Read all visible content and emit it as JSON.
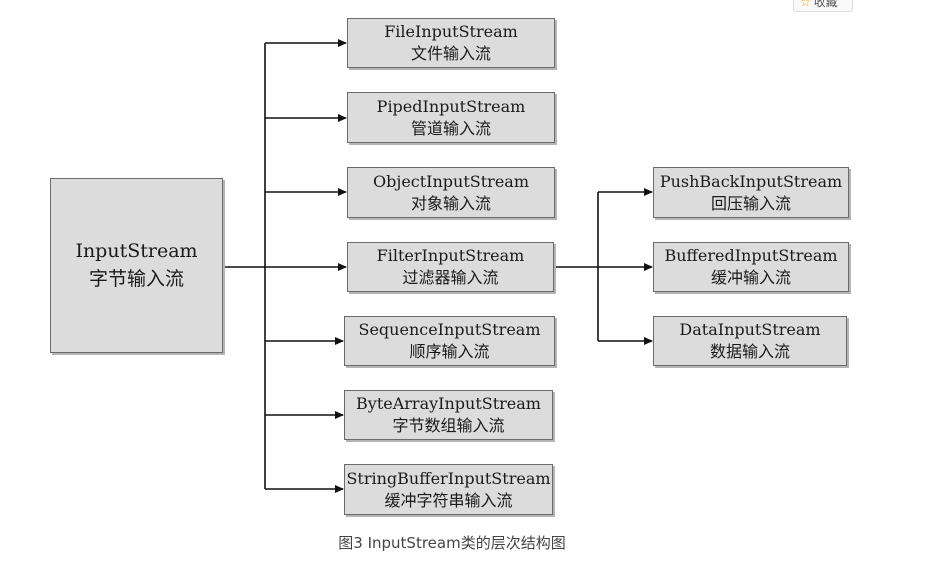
{
  "root": {
    "name": "InputStream",
    "label": "字节输入流"
  },
  "children": [
    {
      "name": "FileInputStream",
      "label": "文件输入流"
    },
    {
      "name": "PipedInputStream",
      "label": "管道输入流"
    },
    {
      "name": "ObjectInputStream",
      "label": "对象输入流"
    },
    {
      "name": "FilterInputStream",
      "label": "过滤器输入流"
    },
    {
      "name": "SequenceInputStream",
      "label": "顺序输入流"
    },
    {
      "name": "ByteArrayInputStream",
      "label": "字节数组输入流"
    },
    {
      "name": "StringBufferInputStream",
      "label": "缓冲字符串输入流"
    }
  ],
  "filter_children": [
    {
      "name": "PushBackInputStream",
      "label": "回压输入流"
    },
    {
      "name": "BufferedInputStream",
      "label": "缓冲输入流"
    },
    {
      "name": "DataInputStream",
      "label": "数据输入流"
    }
  ],
  "caption": "图3 InputStream类的层次结构图",
  "favorite": {
    "icon": "star-icon",
    "label": "收藏"
  }
}
